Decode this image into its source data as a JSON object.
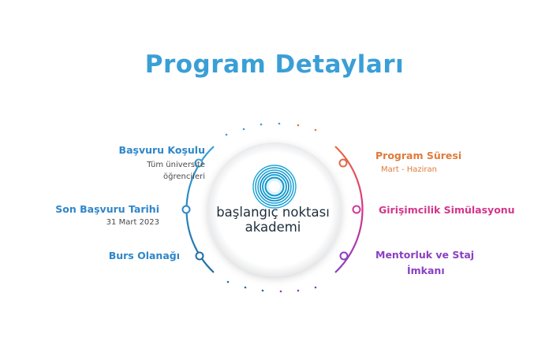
{
  "title": "Program Detayları",
  "colors": {
    "title": "#3a9fd6",
    "left_heading": "#2f86c9",
    "left_sub": "#4a4a4a",
    "right_orange": "#e07a3a",
    "right_pink": "#d4368a",
    "right_purple": "#8a3fc2",
    "logo_blue": "#1aa7d9"
  },
  "center": {
    "logo_icon": "concentric-circle-logo-icon",
    "line1": "başlangıç noktası",
    "line2": "akademi"
  },
  "left_items": [
    {
      "heading": "Başvuru Koşulu",
      "sub_lines": [
        "Tüm üniversite",
        "öğrencileri"
      ]
    },
    {
      "heading": "Son Başvuru Tarihi",
      "sub_lines": [
        "31 Mart 2023"
      ]
    },
    {
      "heading": "Burs Olanağı",
      "sub_lines": []
    }
  ],
  "right_items": [
    {
      "heading": "Program Süresi",
      "sub_lines": [
        "Mart - Haziran"
      ]
    },
    {
      "heading": "Girişimcilik Simülasyonu",
      "sub_lines": []
    },
    {
      "heading_lines": [
        "Mentorluk ve Staj",
        "İmkanı"
      ]
    }
  ]
}
